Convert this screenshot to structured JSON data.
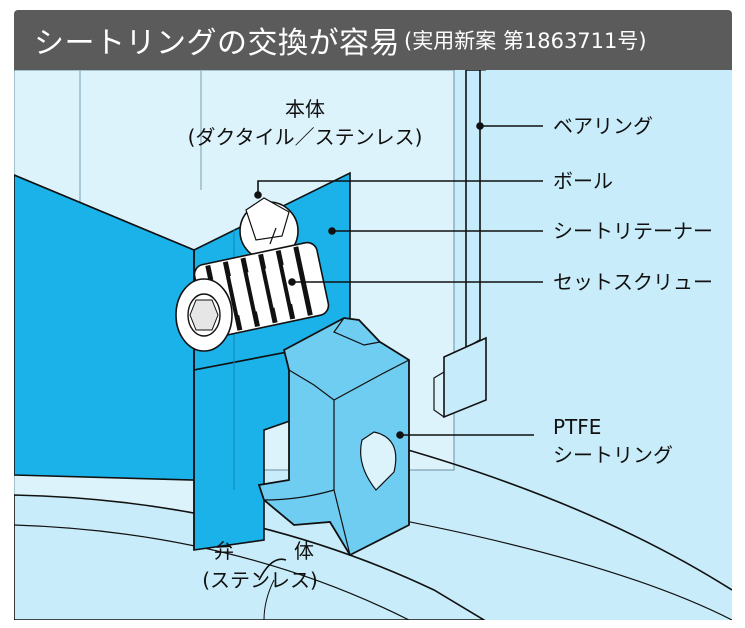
{
  "title": {
    "main": "シートリングの交換が容易",
    "sub": "(実用新案 第1863711号)"
  },
  "labels": {
    "body": "本体",
    "body_material": "(ダクタイル／ステンレス)",
    "bearing": "ベアリング",
    "ball": "ボール",
    "seat_retainer": "シートリテーナー",
    "set_screw": "セットスクリュー",
    "ptfe_line1": "PTFE",
    "ptfe_line2": "シートリング",
    "valve_disc_char1": "弁",
    "valve_disc_char2": "体",
    "valve_disc_material": "(ステンレス)"
  },
  "colors": {
    "title_bg": "#5b5b5b",
    "background": "#c9ecfa",
    "body_light": "#ddf3fc",
    "retainer_cyan": "#1ab2e8",
    "ring_blue": "#6fcdf2",
    "bearing_blue": "#c6ebfa",
    "outline": "#111111"
  }
}
